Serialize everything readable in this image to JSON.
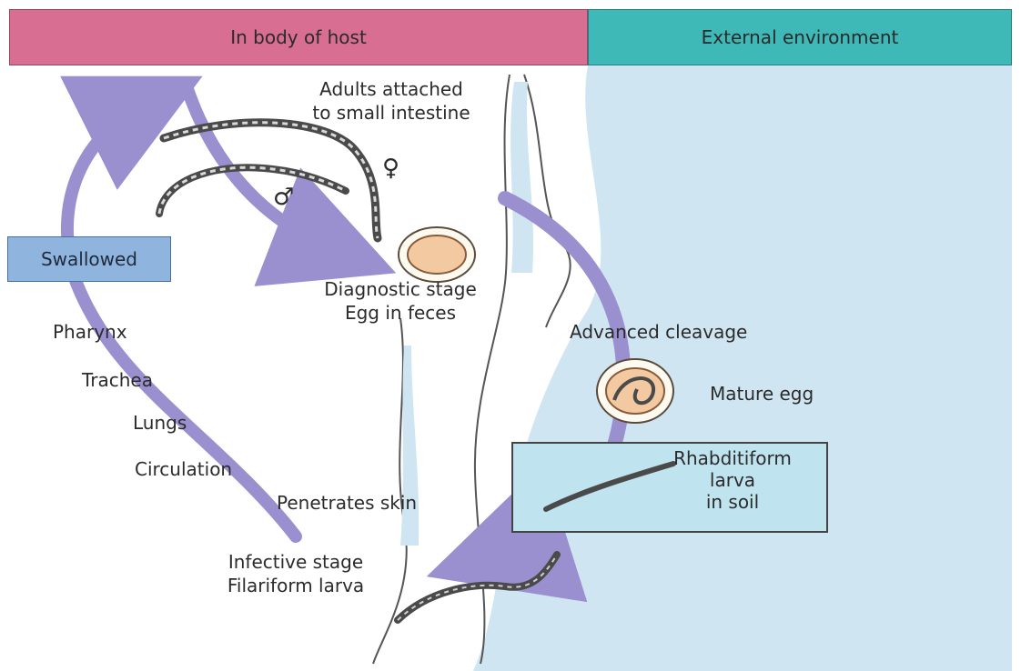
{
  "headers": {
    "host": "In body of host",
    "environment": "External environment"
  },
  "labels": {
    "adults_line1": "Adults attached",
    "adults_line2": "to small intestine",
    "female_symbol": "♀",
    "male_symbol": "♂",
    "swallowed": "Swallowed",
    "diagnostic_line1": "Diagnostic stage",
    "diagnostic_line2": "Egg in feces",
    "pharynx": "Pharynx",
    "trachea": "Trachea",
    "lungs": "Lungs",
    "circulation": "Circulation",
    "penetrates_skin": "Penetrates skin",
    "infective_line1": "Infective stage",
    "infective_line2": "Filariform larva",
    "advanced_cleavage": "Advanced cleavage",
    "mature_egg": "Mature egg",
    "rhabditiform_line1": "Rhabditiform",
    "rhabditiform_line2": "larva",
    "rhabditiform_line3": "in soil"
  },
  "colors": {
    "host_header": "#d96e93",
    "environment_header": "#3fb9b8",
    "environment_bg": "#cfe6f2",
    "arrow": "#9a8fcf",
    "swallowed_box": "#8fb4de",
    "egg_fill": "#f2c9a0"
  }
}
